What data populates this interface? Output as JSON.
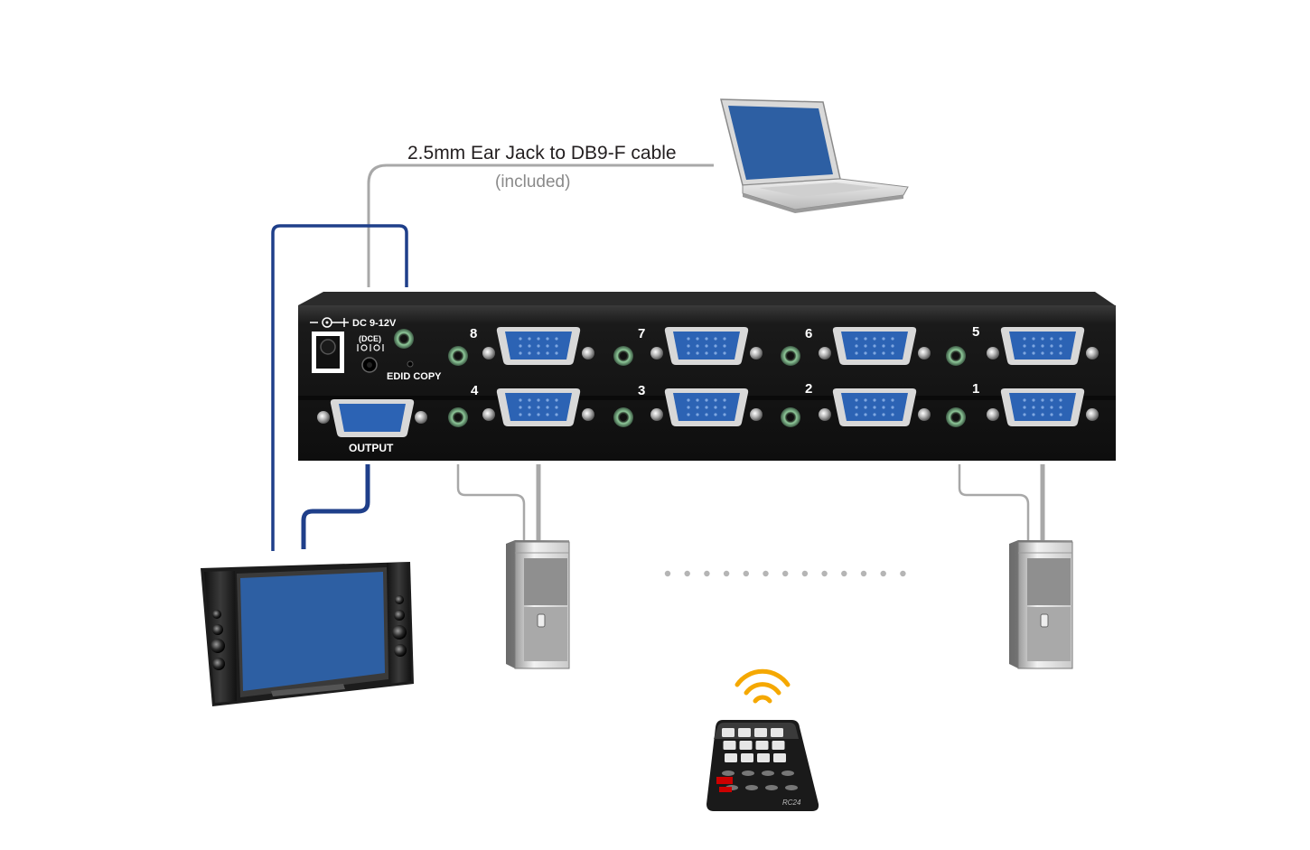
{
  "cable": {
    "label": "2.5mm Ear Jack to DB9-F cable",
    "note": "(included)"
  },
  "switch_panel": {
    "power_label": "DC 9-12V",
    "dce_label": "(DCE)",
    "edid_label": "EDID COPY",
    "output_label": "OUTPUT",
    "top_row_ports": [
      "8",
      "7",
      "6",
      "5"
    ],
    "bottom_row_ports": [
      "4",
      "3",
      "2",
      "1"
    ]
  },
  "remote": {
    "model_label": "RC24"
  },
  "colors": {
    "vga_blue": "#2c63b4",
    "vga_cable_blue": "#1f3f8a",
    "gray_cable": "#a8a8a8",
    "chassis": "#161616",
    "signal_orange": "#f5a800",
    "screen_blue": "#2d5fa3"
  }
}
